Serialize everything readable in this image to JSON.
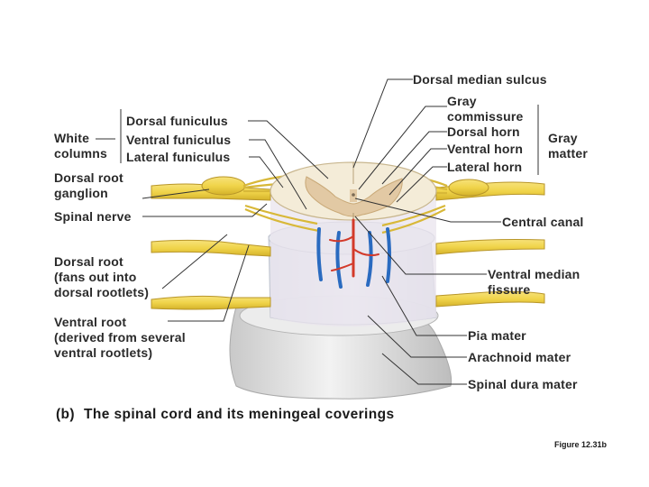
{
  "labels": {
    "dorsal_median_sulcus": "Dorsal median sulcus",
    "gray_commissure": "Gray\ncommissure",
    "dorsal_horn": "Dorsal horn",
    "ventral_horn": "Ventral horn",
    "lateral_horn": "Lateral horn",
    "gray_matter": "Gray\nmatter",
    "white_columns": "White\ncolumns",
    "dorsal_funiculus": "Dorsal funiculus",
    "ventral_funiculus": "Ventral funiculus",
    "lateral_funiculus": "Lateral funiculus",
    "dorsal_root_ganglion": "Dorsal root\nganglion",
    "spinal_nerve": "Spinal nerve",
    "central_canal": "Central canal",
    "dorsal_root": "Dorsal root\n(fans out into\ndorsal rootlets)",
    "ventral_median_fissure": "Ventral median\nfissure",
    "ventral_root": "Ventral root\n(derived from several\nventral rootlets)",
    "pia_mater": "Pia mater",
    "arachnoid_mater": "Arachnoid mater",
    "spinal_dura_mater": "Spinal dura mater"
  },
  "caption": {
    "letter": "(b)",
    "text": "The spinal cord and its meningeal coverings"
  },
  "figure_ref": "Figure 12.31b",
  "colors": {
    "nerve": "#f0d44a",
    "gray_matter": "#e2c9a4",
    "white_matter": "#f4ecd8",
    "dura": "#dedede",
    "artery": "#d33a2a",
    "vein": "#2a6bc0",
    "leader": "#333333"
  }
}
